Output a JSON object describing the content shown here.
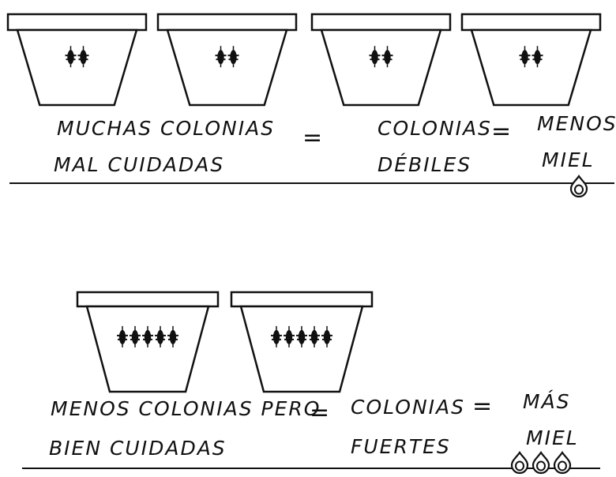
{
  "row1": {
    "hive_count": 4,
    "bees_per_hive": 2,
    "left": [
      "MUCHAS COLONIAS",
      "MAL CUIDADAS"
    ],
    "middle": [
      "COLONIAS",
      "DÉBILES"
    ],
    "right": [
      "MENOS",
      "MIEL"
    ],
    "equals": "=",
    "honey_drops": 1
  },
  "row2": {
    "hive_count": 2,
    "bees_per_hive": 5,
    "left": [
      "MENOS COLONIAS PERO",
      "BIEN CUIDADAS"
    ],
    "middle": [
      "COLONIAS",
      "FUERTES"
    ],
    "right": [
      "MÁS",
      "MIEL"
    ],
    "equals": "=",
    "honey_drops": 3
  },
  "colors": {
    "ink": "#111111",
    "paper": "#ffffff"
  },
  "icons": {
    "hive": "beehive-box-icon",
    "bee": "bee-icon",
    "drop": "honey-drop-icon"
  }
}
